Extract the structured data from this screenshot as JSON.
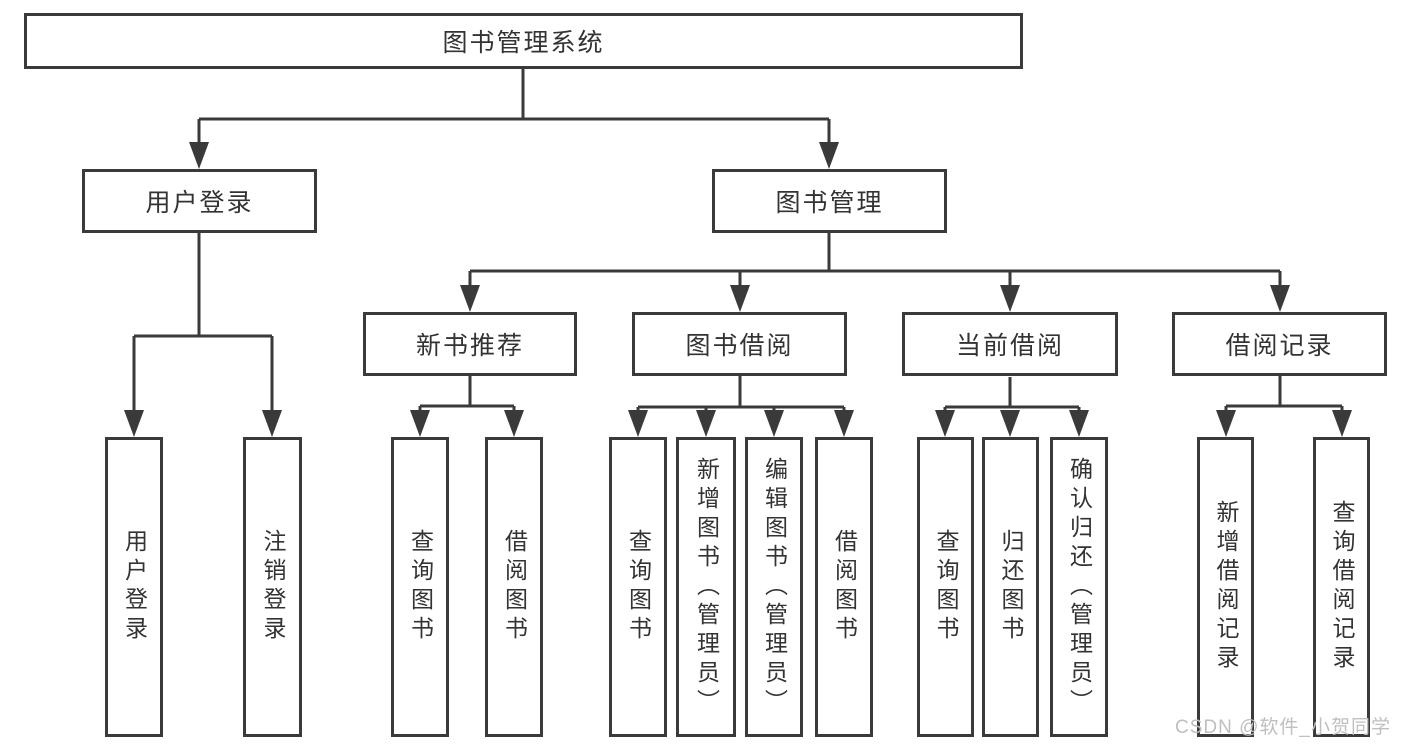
{
  "watermark": "CSDN @软件_小贺同学",
  "colors": {
    "line": "#3a3a3a",
    "text": "#333333",
    "watermark_gray": "#bfbfbf",
    "background": "#ffffff"
  },
  "tree": {
    "label": "图书管理系统",
    "children": [
      {
        "label": "用户登录",
        "children": [
          {
            "label": "用户登录"
          },
          {
            "label": "注销登录"
          }
        ]
      },
      {
        "label": "图书管理",
        "children": [
          {
            "label": "新书推荐",
            "children": [
              {
                "label": "查询图书"
              },
              {
                "label": "借阅图书"
              }
            ]
          },
          {
            "label": "图书借阅",
            "children": [
              {
                "label": "查询图书"
              },
              {
                "label": "新增图书（管理员）"
              },
              {
                "label": "编辑图书（管理员）"
              },
              {
                "label": "借阅图书"
              }
            ]
          },
          {
            "label": "当前借阅",
            "children": [
              {
                "label": "查询图书"
              },
              {
                "label": "归还图书"
              },
              {
                "label": "确认归还（管理员）"
              }
            ]
          },
          {
            "label": "借阅记录",
            "children": [
              {
                "label": "新增借阅记录"
              },
              {
                "label": "查询借阅记录"
              }
            ]
          }
        ]
      }
    ]
  }
}
